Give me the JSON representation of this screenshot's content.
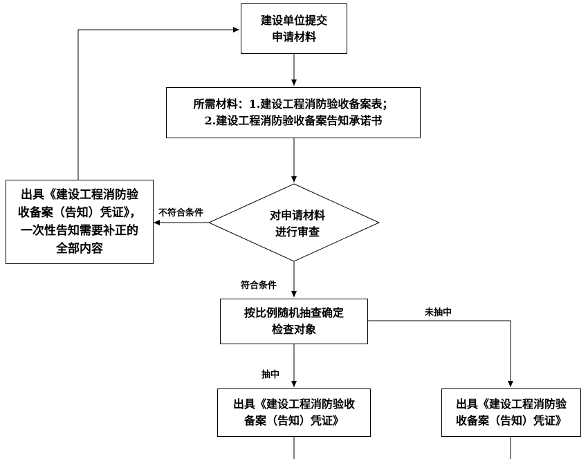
{
  "nodes": {
    "submit": [
      "建设单位提交",
      "申请材料"
    ],
    "materials": [
      "所需材料：1.建设工程消防验收备案表；",
      "2.建设工程消防验收备案告知承诺书"
    ],
    "review": [
      "对申请材料",
      "进行审查"
    ],
    "reject": [
      "出具《建设工程消防验",
      "收备案（告知）凭证》，",
      "一次性告知需要补正的",
      "全部内容"
    ],
    "sample": [
      "按比例随机抽查确定",
      "检查对象"
    ],
    "cert_selected": [
      "出具《建设工程消防验收",
      "备案（告知）凭证》"
    ],
    "cert_unselected": [
      "出具《建设工程消防验",
      "收备案（告知）凭证》"
    ]
  },
  "edge_labels": {
    "not_compliant": "不符合条件",
    "compliant": "符合条件",
    "not_selected": "未抽中",
    "selected": "抽中"
  }
}
